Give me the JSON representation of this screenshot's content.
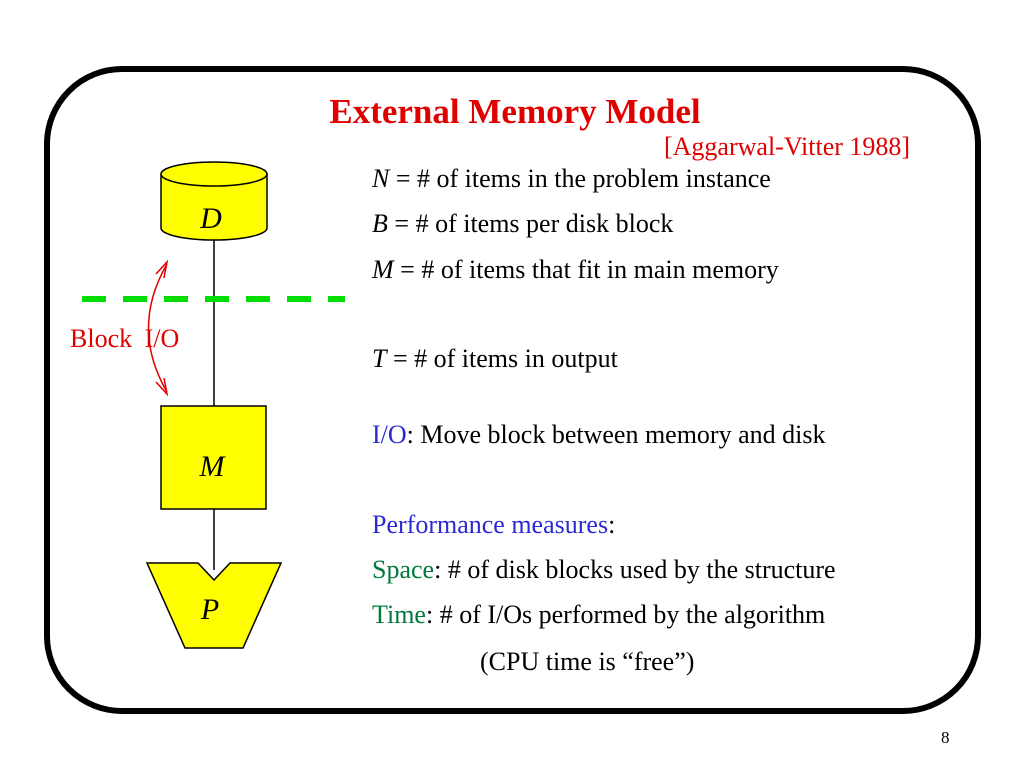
{
  "title": "External Memory Model",
  "citation": "[Aggarwal-Vitter 1988]",
  "definitions": [
    {
      "var": "N",
      "eq": " =  ",
      "text": "# of items in the problem instance"
    },
    {
      "var": "B",
      "eq": " =  ",
      "text": "# of items per disk block"
    },
    {
      "var": "M",
      "eq": " =  ",
      "text": "# of items that fit in main memory"
    },
    {
      "var": "T",
      "eq": " =  ",
      "text": "# of items in output"
    }
  ],
  "io": {
    "term": "I/O",
    "text": ": Move block between memory and disk"
  },
  "performance": {
    "term": "Performance measures",
    "suffix": ":"
  },
  "space": {
    "term": "Space",
    "text": ": # of disk blocks used by the structure"
  },
  "time": {
    "term": "Time",
    "text": ": # of I/Os performed by the algorithm"
  },
  "cpu_note": "(CPU time is “free”)",
  "diagram": {
    "disk_label": "D",
    "memory_label": "M",
    "processor_label": "P",
    "block_io_label": "Block  I/O"
  },
  "page_number": "8",
  "colors": {
    "title": "#e00000",
    "shape_fill": "#ffff00",
    "dashed_line": "#00dd00",
    "arrow": "#e00000",
    "term_blue": "#2a2ad0",
    "term_green": "#007a3d"
  }
}
